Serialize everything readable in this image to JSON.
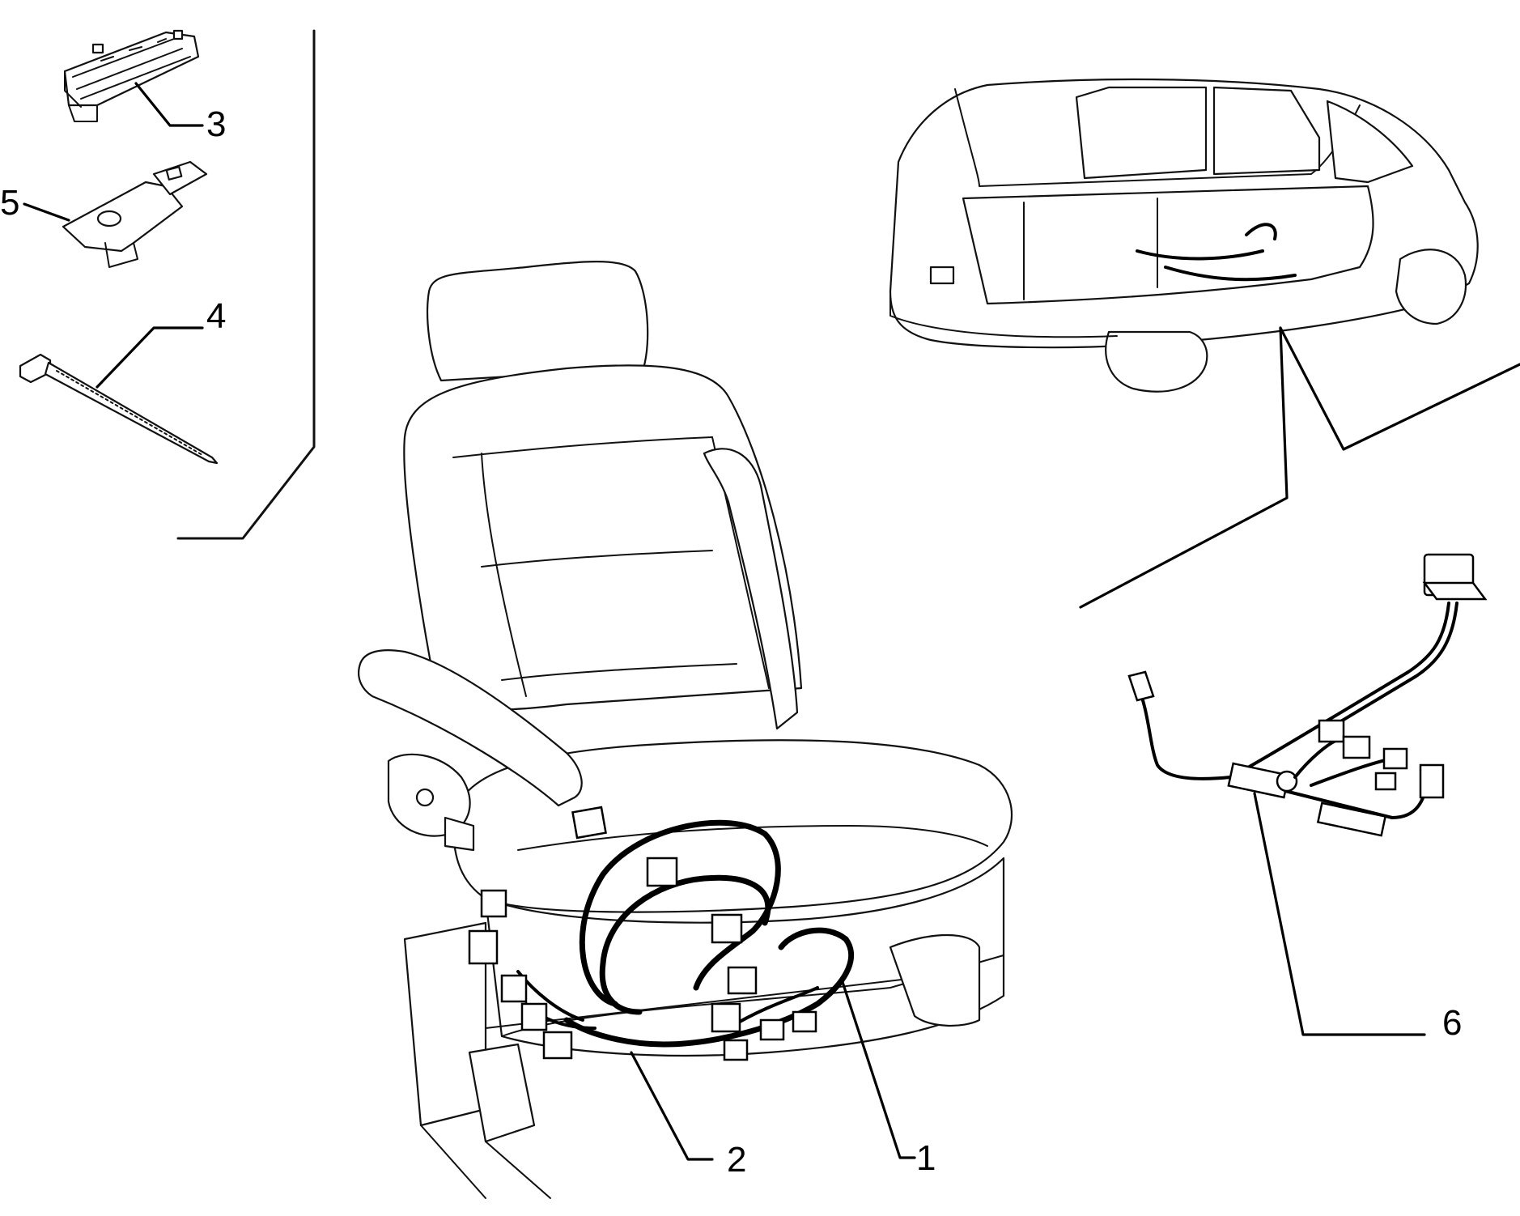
{
  "callouts": {
    "part1": "1",
    "part2": "2",
    "part3": "3",
    "part4": "4",
    "part5": "5",
    "part6": "6"
  },
  "icons": {
    "seat": "seat-illustration-icon",
    "vehicle": "minivan-illustration-icon",
    "bracket": "bracket-part-icon",
    "clip": "clip-part-icon",
    "cable_tie": "cable-tie-icon",
    "harness": "wiring-harness-icon"
  },
  "colors": {
    "line": "#111111",
    "background": "#ffffff"
  }
}
